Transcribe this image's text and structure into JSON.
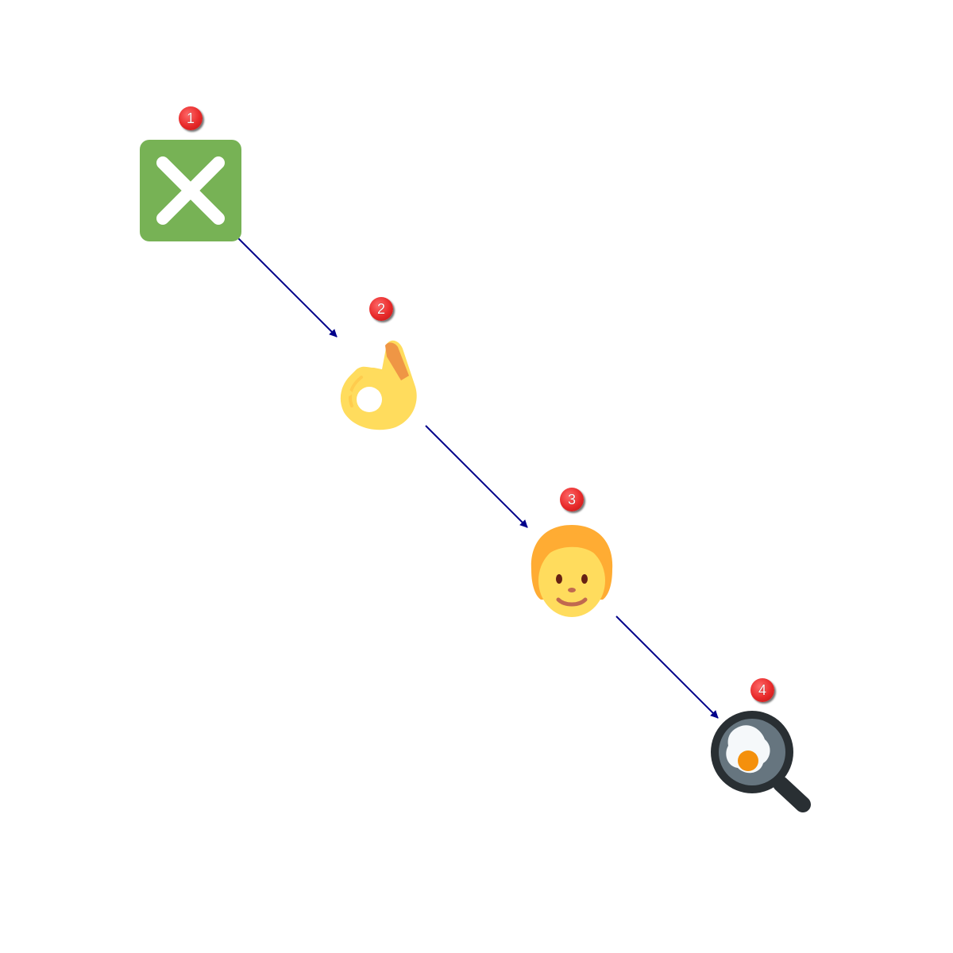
{
  "diagram": {
    "nodes": [
      {
        "step": "1",
        "icon": "cross-mark-button-icon"
      },
      {
        "step": "2",
        "icon": "ok-hand-icon"
      },
      {
        "step": "3",
        "icon": "person-icon"
      },
      {
        "step": "4",
        "icon": "cooking-egg-pan-icon"
      }
    ],
    "edges": [
      {
        "from": "1",
        "to": "2"
      },
      {
        "from": "2",
        "to": "3"
      },
      {
        "from": "3",
        "to": "4"
      }
    ],
    "colors": {
      "arrow": "#00008b",
      "badge": "#e53935",
      "cross_box": "#77b255"
    }
  }
}
